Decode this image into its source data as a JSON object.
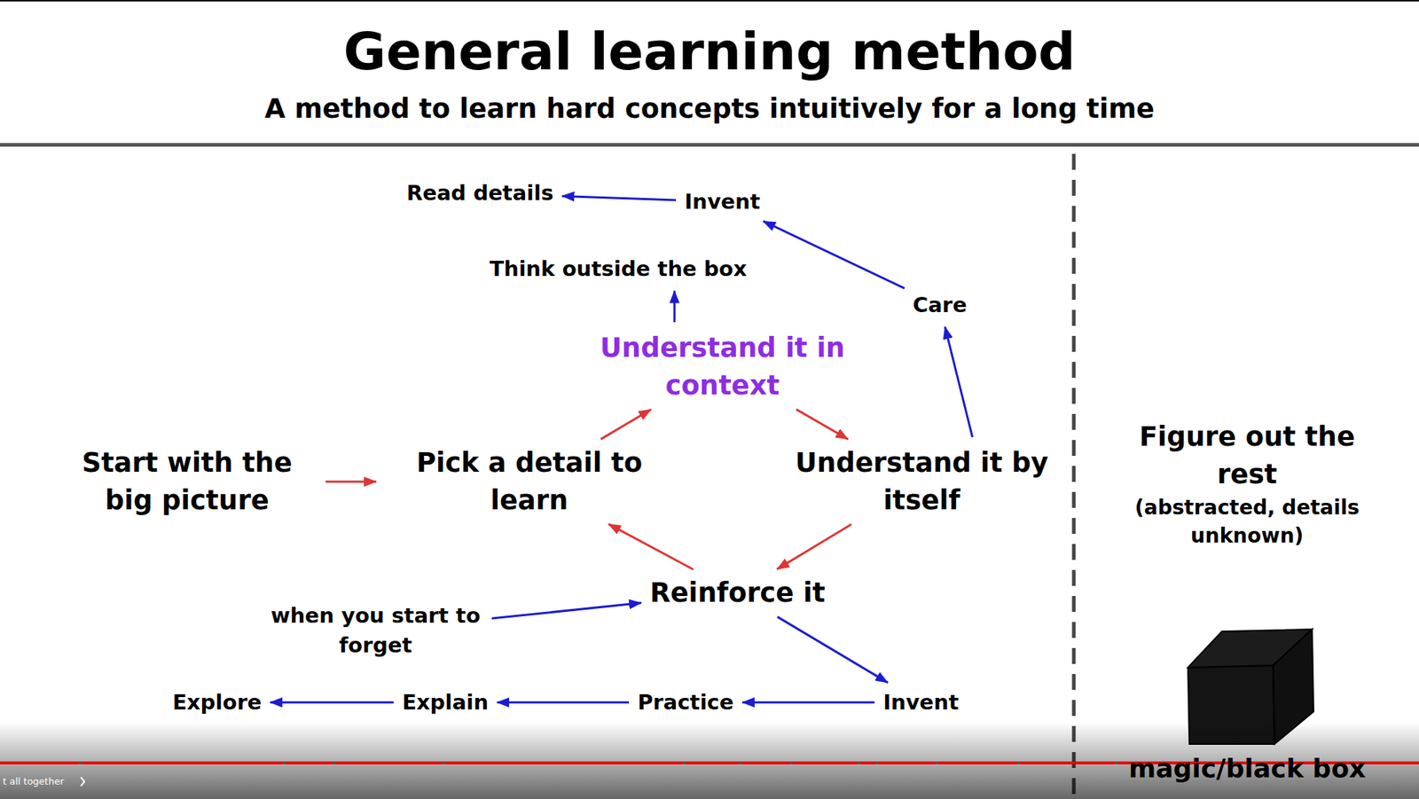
{
  "diagram": {
    "title": "General learning method",
    "caption": "A method to learn hard concepts intuitively for a long time",
    "nodes": [
      {
        "text": [
          "Read details"
        ]
      },
      {
        "text": [
          "Invent"
        ]
      },
      {
        "text": [
          "Think outside the box"
        ]
      },
      {
        "text": [
          "Care"
        ]
      },
      {
        "text": [
          "Understand it in context"
        ]
      },
      {
        "text": [
          "Start with the big picture"
        ]
      },
      {
        "text": [
          "Pick a detail to learn"
        ]
      },
      {
        "text": [
          "Understand it by itself"
        ]
      },
      {
        "text": [
          "Figure out the rest",
          "(abstracted, details unknown)"
        ]
      },
      {
        "text": [
          "when you start to forget"
        ]
      },
      {
        "text": [
          "Reinforce it"
        ]
      },
      {
        "text": [
          "Explore"
        ]
      },
      {
        "text": [
          "Explain"
        ]
      },
      {
        "text": [
          "Practice"
        ]
      },
      {
        "text": [
          "Invent"
        ]
      }
    ],
    "edges": [
      {
        "from": 5,
        "to": 6,
        "arrow": "to"
      },
      {
        "from": 6,
        "to": 4,
        "arrow": "to"
      },
      {
        "from": 4,
        "to": 7,
        "arrow": "to"
      },
      {
        "from": 7,
        "to": 10,
        "arrow": "to"
      },
      {
        "from": 10,
        "to": 6,
        "arrow": "to"
      },
      {
        "from": 4,
        "to": 2,
        "arrow": "to"
      },
      {
        "from": 7,
        "to": 3,
        "arrow": "to"
      },
      {
        "from": 3,
        "to": 1,
        "arrow": "to"
      },
      {
        "from": 1,
        "to": 0,
        "arrow": "to"
      },
      {
        "from": 9,
        "to": 10,
        "arrow": "to"
      },
      {
        "from": 10,
        "to": 14,
        "arrow": "to"
      },
      {
        "from": 14,
        "to": 13,
        "arrow": "to"
      },
      {
        "from": 13,
        "to": 12,
        "arrow": "to"
      },
      {
        "from": 12,
        "to": 11,
        "arrow": "to"
      }
    ],
    "labels": [
      "magic/black box",
      "t all together"
    ]
  }
}
